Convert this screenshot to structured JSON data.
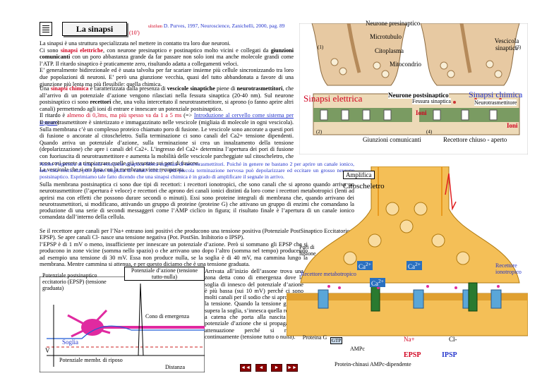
{
  "header": {
    "title": "La sinapsi",
    "time": "(10')",
    "source_prefix": "ulizilum",
    "source": "D. Purves, 1997, Neuroscience, Zanichelli, 2000, pag. 89"
  },
  "intro": {
    "p1_a": "La sinapsi è una struttura specializzata nel mettere in contatto tra loro due neuroni.",
    "p1_b": "Ci sono ",
    "p1_red": "sinapsi elettriche",
    "p1_c": ", con neurone presinaptico e postinaptico molto vicini e collegati da ",
    "p1_bold": "giunzioni comunicanti",
    "p1_d": " con un poro abbastanza grande da far passare non solo ioni ma anche molecole grandi come l’ATP.  Il ritardo sinaptico è praticamente zero, risultando adatta a collegamenti veloci.",
    "p1_e": "E’ generalmente bidirezionale ed è usata talvolta per far scariare insieme più cellule sincronizzando tra loro due popolazioni di neuroni.  E’ però una giunzione vecchia, quasi del tutto abbandonata a favore di una giunzione più lenta ma più flessibile: quella chimica."
  },
  "chem": {
    "a": "Una ",
    "red": "sinapsi chimica",
    "b": " è caratterizzata dalla presenza di ",
    "bold1": "vescicole sinaptiche",
    "c": " piene di ",
    "bold2": "neurotrasmettitori",
    "d": ", che all’arrivo di un potenziale d’azione vengono rilasciati nella fessura sinaptica (20-40 nm). Sul neurone postsinaptico ci sono ",
    "bold3": "recettori",
    "e": " che, una volta intercettato il neurotrasmettitore, si aprono (o fanno aprire altri canali) permettendo agli ioni di entrare e innescare un potenziale postsinaptico.",
    "f": "Il ritardo è ",
    "red2": "almeno di 0,3ms, ma più spesso va da 1 a 5 ms",
    "g": " (=> ",
    "link": "Introduzione al cervello come sistema per segnare",
    "h": ")"
  },
  "para2": "Il neurotrasmettitore è sintetizzato e immagazzinato nelle vescicole (migliaia di molecole in ogni vescicola). Sulla membrana c’è un complesso proteico chiamato poro di fusione. Le vescicole sono ancorate a questi pori di fusione o ancorate al citoscheletro. Sulla terminazione ci sono canali del Ca2+ tensione dipendenti. Quando arriva un potenziale d’azione, sulla terminazione si crea un innalzamento della tensione (depolarizzazione) che apre i canali del Ca2+. L’ingresso del Ca2+ determina l’apertura dei pori di fusione con fuoriuscita di neurotrasmettitore e aumenta la mobilità delle vescicole parcheggiate sul citoscheletro, che sono così pronte a rimpiazzare quelle già svuotate sui pori di fusione.",
  "para2b": "La vescicola che si era fusa con la membrana viene recuperata.",
  "amplify": "Anche l’apertura di una sola vescicola sinaptica libera migliaia di neurotrasmettitori. Poiché in genere ne bastano 2 per aprire un canale ionico, una sola vescicola può aprire migliaia di canali ionici, e una piccola terminazione nervosa può depolarizzare ed eccitare un grosso neurone postsinaptico. Esprimiamo tale fatto dicendo che una sinapsi chimica è in grado di amplificare il segnale in arrivo.",
  "para3": "Sulla membrana postsinaptica ci sono due tipi di recettori: i recettori ionotropici, che sono canali che si aprono quando arriva un neurotrasmettitore (l’apertura è veloce) e recettori che aprono dei canali ionici distinti da loro come i recettori metabotropici (lenti ad aprirsi ma con effetti che possono durare secondi o minuti). Essi sono proteine integrali di membrana che, quando arrivano dei neurotrasmettitori, si modificano, attivando un gruppo di proteine (proteine G) che attivano un gruppo di enzimi che comandano la produzione di una serie di secondi messaggeri come l’AMP ciclico in figura; il risultato finale è l’apertura di un canale ionico comandata dall’interno della cellula.",
  "para4": "Se il recettore apre canali per l’Na+ entrano ioni positivi che producono una tensione positiva (Potenziale PostSinaptico Eccitatorio o EPSP). Se apre canali Cl- nasce una tensione negativa (Pot. PostSin. Inibitorio o IPSP).",
  "para5": "l’EPSP è di 1 mV o meno, insufficiente per innescare un potenziale d’azione.  Però si sommano gli EPSP che si producono in zone vicine (somma nello spazio) o che arrivano uno dopo l’altro (somma nel tempo) producendo ad esempio una tensione di 30 mV. Essa non produce nulla, se la soglia è di 40 mV, ma cammina lungo la membrana. Mentre cammina si attenua, e per questo diciamo che è una tensione graduata.",
  "para6": "Arrivata all’inizio dell’assone trova una zona detta cono di emergenza dove la soglia di innesco del potenziale d’azione è più bassa (sui 10 mV) perché ci sono molti canali per il sodio che si aprono con la tensione. Quando la tensione graduata supera la soglia, s’innesca quella reazione a catena che porta alla nascita di un potenziale d’azione che si propaga senza attenuazione perché si rigenera continuamente (tensione tutto o nulla).",
  "fig_top": {
    "presyn": "Neurone presinaptico",
    "microtubule": "Microtubulo",
    "cytoplasm": "Citoplasma",
    "vesicle": "Vescicola sinaptica",
    "mito": "Mitocondrio",
    "n1": "(1)",
    "n2": "(2)",
    "n3": "(3)",
    "n4": "(4)",
    "postsyn": "Neurone postsinaptico",
    "elec": "Sinapsi elettrica",
    "chem": "Sinapsi chimica",
    "cleft": "Fessura sinaptica",
    "nt": "Neurotrasmettitore",
    "ions": "Ioni",
    "gap": "Giunzioni comunicanti",
    "closed": "Recettore chiuso - aperto"
  },
  "fig_bottom": {
    "amplifica": "Amplifica",
    "cyto": "Citoscheletro",
    "pores": "Pori di fusione",
    "ca": "Ca",
    "sup": "2+",
    "metab": "Recettore metabotropico",
    "ionotr": "Recettore ionotropico",
    "protG": "Proteina G",
    "gtp": "GTP",
    "ampc": "AMPc",
    "na": "Na+",
    "cl": "Cl-",
    "epsp": "EPSP",
    "ipsp": "IPSP",
    "kinase": "Protein-chinasi AMPc-dipendente"
  },
  "fig_neuron": {
    "epsp_label": "Potenziale postsinaptico eccitatorio (EPSP) (tensione graduata)",
    "ap_label": "Potenziale d’azione (tensione tutto-nulla)",
    "cone": "Cono di emergenza",
    "threshold": "Soglia",
    "rest": "Potenziale membr. di riposo",
    "v": "V",
    "dist": "Distanza"
  },
  "nav": [
    "◄◄",
    "◄",
    "►",
    "►►"
  ]
}
